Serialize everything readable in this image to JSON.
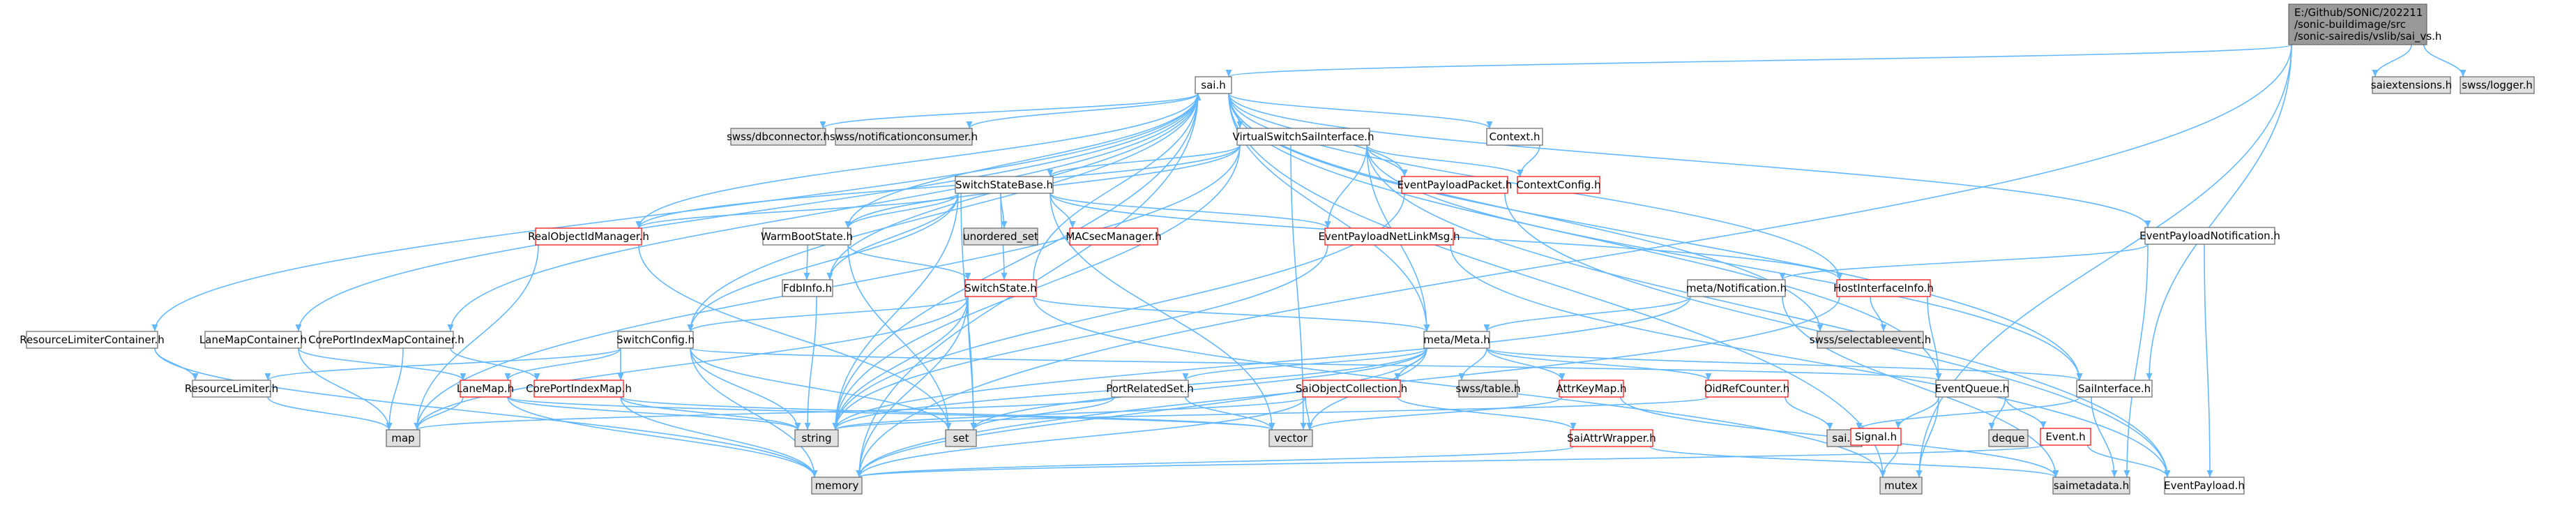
{
  "diagram": {
    "colors": {
      "edge": "#63b8ff",
      "edge_highlight": "#e3302f",
      "box_border": "#666666",
      "box_fill": "#ffffff",
      "box_fill_external": "#e0e0e0",
      "box_fill_root": "#999999",
      "red_border": "#ff0000"
    },
    "root_lines": [
      "E:/Github/SONiC/202211",
      "/sonic-buildimage/src",
      "/sonic-sairedis/vslib/sai_vs.h"
    ],
    "nodes": [
      {
        "id": "sai",
        "label": "sai.h",
        "style": "normal"
      },
      {
        "id": "saiext",
        "label": "saiextensions.h",
        "style": "external"
      },
      {
        "id": "swsslogger",
        "label": "swss/logger.h",
        "style": "external"
      },
      {
        "id": "dbconn",
        "label": "swss/dbconnector.h",
        "style": "external"
      },
      {
        "id": "notifcons",
        "label": "swss/notificationconsumer.h",
        "style": "external"
      },
      {
        "id": "vsi",
        "label": "VirtualSwitchSaiInterface.h",
        "style": "normal"
      },
      {
        "id": "context",
        "label": "Context.h",
        "style": "normal"
      },
      {
        "id": "ssb",
        "label": "SwitchStateBase.h",
        "style": "normal"
      },
      {
        "id": "epp",
        "label": "EventPayloadPacket.h",
        "style": "red"
      },
      {
        "id": "ctxcfg",
        "label": "ContextConfig.h",
        "style": "red"
      },
      {
        "id": "epn",
        "label": "EventPayloadNotification.h",
        "style": "normal"
      },
      {
        "id": "unordset",
        "label": "unordered_set",
        "style": "external"
      },
      {
        "id": "macsec",
        "label": "MACsecManager.h",
        "style": "red"
      },
      {
        "id": "roim",
        "label": "RealObjectIdManager.h",
        "style": "red"
      },
      {
        "id": "wbs",
        "label": "WarmBootState.h",
        "style": "normal"
      },
      {
        "id": "epnl",
        "label": "EventPayloadNetLinkMsg.h",
        "style": "red"
      },
      {
        "id": "fdb",
        "label": "FdbInfo.h",
        "style": "normal"
      },
      {
        "id": "sst",
        "label": "SwitchState.h",
        "style": "red"
      },
      {
        "id": "metanot",
        "label": "meta/Notification.h",
        "style": "normal"
      },
      {
        "id": "hii",
        "label": "HostInterfaceInfo.h",
        "style": "red"
      },
      {
        "id": "rlc",
        "label": "ResourceLimiterContainer.h",
        "style": "normal"
      },
      {
        "id": "lmc",
        "label": "LaneMapContainer.h",
        "style": "normal"
      },
      {
        "id": "cpimc",
        "label": "CorePortIndexMapContainer.h",
        "style": "normal"
      },
      {
        "id": "swcfg",
        "label": "SwitchConfig.h",
        "style": "normal"
      },
      {
        "id": "meta",
        "label": "meta/Meta.h",
        "style": "normal"
      },
      {
        "id": "swsssel",
        "label": "swss/selectableevent.h",
        "style": "external"
      },
      {
        "id": "rl",
        "label": "ResourceLimiter.h",
        "style": "normal"
      },
      {
        "id": "lm",
        "label": "LaneMap.h",
        "style": "red"
      },
      {
        "id": "cpim",
        "label": "CorePortIndexMap.h",
        "style": "red"
      },
      {
        "id": "prs",
        "label": "PortRelatedSet.h",
        "style": "normal"
      },
      {
        "id": "soc",
        "label": "SaiObjectCollection.h",
        "style": "red"
      },
      {
        "id": "swsstable",
        "label": "swss/table.h",
        "style": "external"
      },
      {
        "id": "akm",
        "label": "AttrKeyMap.h",
        "style": "red"
      },
      {
        "id": "orc",
        "label": "OidRefCounter.h",
        "style": "red"
      },
      {
        "id": "eq",
        "label": "EventQueue.h",
        "style": "normal"
      },
      {
        "id": "saiif",
        "label": "SaiInterface.h",
        "style": "normal"
      },
      {
        "id": "map",
        "label": "map",
        "style": "external"
      },
      {
        "id": "string",
        "label": "string",
        "style": "external"
      },
      {
        "id": "set",
        "label": "set",
        "style": "external"
      },
      {
        "id": "vector",
        "label": "vector",
        "style": "external"
      },
      {
        "id": "saiattrw",
        "label": "SaiAttrWrapper.h",
        "style": "red"
      },
      {
        "id": "saih2",
        "label": "sai.h",
        "style": "external"
      },
      {
        "id": "deque",
        "label": "deque",
        "style": "external"
      },
      {
        "id": "signal",
        "label": "Signal.h",
        "style": "red"
      },
      {
        "id": "event",
        "label": "Event.h",
        "style": "red"
      },
      {
        "id": "memory",
        "label": "memory",
        "style": "external"
      },
      {
        "id": "mutex",
        "label": "mutex",
        "style": "external"
      },
      {
        "id": "saimeta",
        "label": "saimetadata.h",
        "style": "external"
      },
      {
        "id": "eventpayload",
        "label": "EventPayload.h",
        "style": "normal"
      }
    ],
    "edges": [
      [
        "root",
        "sai"
      ],
      [
        "root",
        "saiext"
      ],
      [
        "root",
        "swsslogger"
      ],
      [
        "root",
        "saiif"
      ],
      [
        "root",
        "memory"
      ],
      [
        "root",
        "mutex"
      ],
      [
        "sai",
        "dbconn"
      ],
      [
        "sai",
        "notifcons"
      ],
      [
        "sai",
        "vsi"
      ],
      [
        "sai",
        "context"
      ],
      [
        "sai",
        "epn"
      ],
      [
        "sai",
        "rlc"
      ],
      [
        "sai",
        "lmc"
      ],
      [
        "sai",
        "cpimc"
      ],
      [
        "sai",
        "memory"
      ],
      [
        "sai",
        "swsssel"
      ],
      [
        "sai",
        "eq"
      ],
      [
        "sai",
        "mutex"
      ],
      [
        "sai",
        "hii"
      ],
      [
        "sai",
        "swcfg"
      ],
      [
        "sai",
        "string"
      ],
      [
        "sai",
        "meta"
      ],
      [
        "sai",
        "saiif"
      ],
      [
        "sai",
        "roim"
      ],
      [
        "sai",
        "fdb"
      ],
      [
        "sai",
        "wbs"
      ],
      [
        "sai",
        "epp"
      ],
      [
        "vsi",
        "ssb"
      ],
      [
        "vsi",
        "epp"
      ],
      [
        "vsi",
        "ctxcfg"
      ],
      [
        "vsi",
        "roim"
      ],
      [
        "vsi",
        "wbs"
      ],
      [
        "vsi",
        "epnl"
      ],
      [
        "vsi",
        "string"
      ],
      [
        "vsi",
        "vector"
      ],
      [
        "vsi",
        "map"
      ],
      [
        "vsi",
        "meta"
      ],
      [
        "vsi",
        "eventpayload"
      ],
      [
        "vsi",
        "saiif"
      ],
      [
        "context",
        "ctxcfg"
      ],
      [
        "ssb",
        "unordset"
      ],
      [
        "ssb",
        "macsec"
      ],
      [
        "ssb",
        "roim"
      ],
      [
        "ssb",
        "wbs"
      ],
      [
        "ssb",
        "epnl"
      ],
      [
        "ssb",
        "fdb"
      ],
      [
        "ssb",
        "sst"
      ],
      [
        "ssb",
        "swcfg"
      ],
      [
        "ssb",
        "string"
      ],
      [
        "ssb",
        "set"
      ],
      [
        "ssb",
        "vector"
      ],
      [
        "ssb",
        "hii"
      ],
      [
        "epp",
        "eventpayload"
      ],
      [
        "epp",
        "string"
      ],
      [
        "epn",
        "metanot"
      ],
      [
        "epn",
        "saimeta"
      ],
      [
        "epn",
        "eventpayload"
      ],
      [
        "roim",
        "map"
      ],
      [
        "roim",
        "set"
      ],
      [
        "wbs",
        "fdb"
      ],
      [
        "wbs",
        "set"
      ],
      [
        "wbs",
        "sst"
      ],
      [
        "epnl",
        "eventpayload"
      ],
      [
        "epnl",
        "string"
      ],
      [
        "fdb",
        "string"
      ],
      [
        "sst",
        "sai"
      ],
      [
        "sst",
        "meta"
      ],
      [
        "sst",
        "swcfg"
      ],
      [
        "sst",
        "string"
      ],
      [
        "sst",
        "memory"
      ],
      [
        "sst",
        "map"
      ],
      [
        "sst",
        "mutex"
      ],
      [
        "sst",
        "set"
      ],
      [
        "metanot",
        "meta"
      ],
      [
        "metanot",
        "string"
      ],
      [
        "metanot",
        "saimeta"
      ],
      [
        "hii",
        "eq"
      ],
      [
        "hii",
        "memory"
      ],
      [
        "hii",
        "swsssel"
      ],
      [
        "rlc",
        "rl"
      ],
      [
        "rlc",
        "memory"
      ],
      [
        "lmc",
        "lm"
      ],
      [
        "lmc",
        "map"
      ],
      [
        "cpimc",
        "cpim"
      ],
      [
        "cpimc",
        "map"
      ],
      [
        "swcfg",
        "lm"
      ],
      [
        "swcfg",
        "cpim"
      ],
      [
        "swcfg",
        "rl"
      ],
      [
        "swcfg",
        "eq"
      ],
      [
        "swcfg",
        "set"
      ],
      [
        "swcfg",
        "string"
      ],
      [
        "swcfg",
        "memory"
      ],
      [
        "meta",
        "prs"
      ],
      [
        "meta",
        "soc"
      ],
      [
        "meta",
        "swsstable"
      ],
      [
        "meta",
        "akm"
      ],
      [
        "meta",
        "orc"
      ],
      [
        "meta",
        "saiif"
      ],
      [
        "meta",
        "string"
      ],
      [
        "meta",
        "vector"
      ],
      [
        "meta",
        "memory"
      ],
      [
        "meta",
        "set"
      ],
      [
        "rl",
        "map"
      ],
      [
        "lm",
        "map"
      ],
      [
        "lm",
        "string"
      ],
      [
        "lm",
        "memory"
      ],
      [
        "lm",
        "vector"
      ],
      [
        "cpim",
        "string"
      ],
      [
        "cpim",
        "vector"
      ],
      [
        "cpim",
        "memory"
      ],
      [
        "prs",
        "set"
      ],
      [
        "prs",
        "vector"
      ],
      [
        "prs",
        "map"
      ],
      [
        "soc",
        "saiattrw"
      ],
      [
        "soc",
        "vector"
      ],
      [
        "soc",
        "memory"
      ],
      [
        "soc",
        "string"
      ],
      [
        "akm",
        "vector"
      ],
      [
        "akm",
        "saimeta"
      ],
      [
        "orc",
        "saih2"
      ],
      [
        "orc",
        "string"
      ],
      [
        "eq",
        "signal"
      ],
      [
        "eq",
        "event"
      ],
      [
        "eq",
        "deque"
      ],
      [
        "eq",
        "mutex"
      ],
      [
        "saiif",
        "saih2"
      ],
      [
        "saiif",
        "saimeta"
      ],
      [
        "saiattrw",
        "saimeta"
      ],
      [
        "saiattrw",
        "memory"
      ],
      [
        "signal",
        "mutex"
      ],
      [
        "event",
        "eventpayload"
      ],
      [
        "event",
        "memory"
      ]
    ],
    "highlight_edges": []
  }
}
